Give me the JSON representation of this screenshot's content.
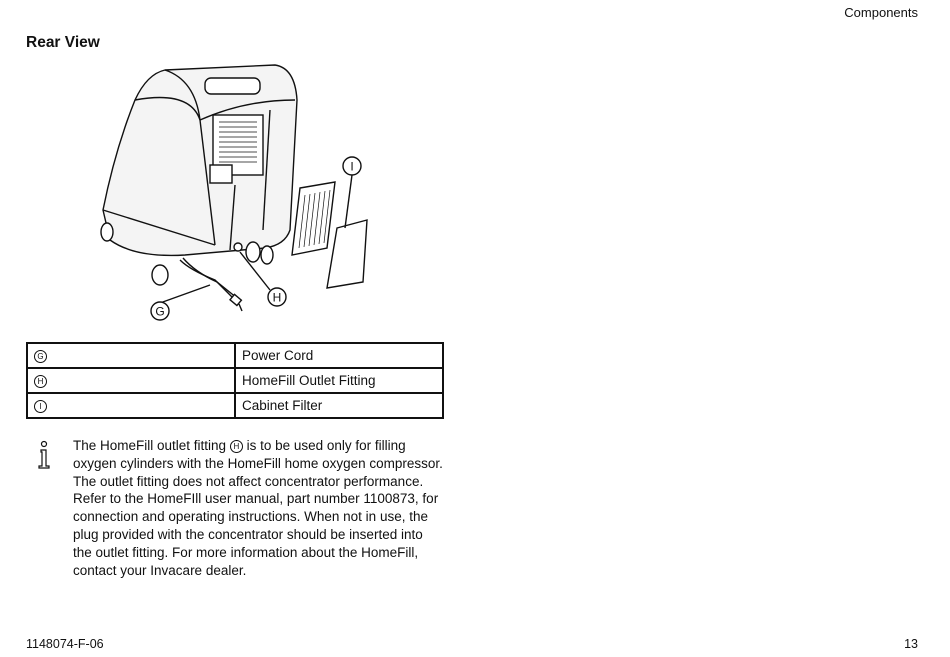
{
  "header": {
    "section": "Components"
  },
  "title": "Rear View",
  "callouts": {
    "g": "G",
    "h": "H",
    "i": "I"
  },
  "legend": [
    {
      "key": "G",
      "label": "Power Cord"
    },
    {
      "key": "H",
      "label": "HomeFill Outlet Fitting"
    },
    {
      "key": "I",
      "label": "Cabinet Filter"
    }
  ],
  "note": {
    "icon": "info-icon",
    "text_before": "The HomeFill outlet fitting",
    "ref": "H",
    "text_after": "is to be used only for filling oxygen cylinders with the HomeFill home oxygen compressor.  The outlet fitting does not affect concentrator performance.  Refer to the HomeFIll user manual, part number 1100873, for connection and operating instructions. When not in use, the plug provided with the concentrator should be inserted into the outlet fitting.  For more information about the HomeFill, contact your Invacare dealer."
  },
  "footer": {
    "doc_number": "1148074-F-06",
    "page_number": "13"
  }
}
